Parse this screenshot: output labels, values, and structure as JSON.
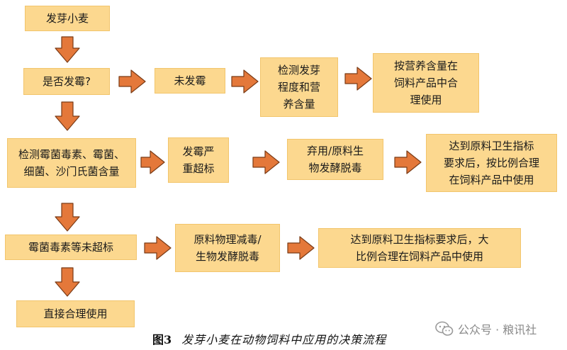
{
  "boxes": {
    "sprouted_wheat": "发芽小麦",
    "is_moldy": "是否发霉?",
    "not_moldy": "未发霉",
    "detect_germination": "检测发芽\n程度和营\n养含量",
    "use_by_nutrition": "按营养含量在\n饲料产品中合\n理使用",
    "detect_toxins": "检测霉菌毒素、霉菌、\n细菌、沙门氏菌含量",
    "severe_mold": "发霉严\n重超标",
    "discard_or_detox": "弃用/原料生\n物发酵脱毒",
    "meet_standard_proportion": "达到原料卫生指标\n要求后，按比例合理\n在饲料产品中使用",
    "not_exceeding": "霉菌毒素等未超标",
    "physical_detox": "原料物理减毒/\n生物发酵脱毒",
    "meet_standard_large": "达到原料卫生指标要求后，大\n比例合理在饲料产品中使用",
    "direct_use": "直接合理使用"
  },
  "caption": {
    "figure_number": "图3",
    "title": "发芽小麦在动物饲料中应用的决策流程"
  },
  "watermark": {
    "text": "公众号 · 粮讯社",
    "icon": "wechat-icon"
  },
  "colors": {
    "box_fill": "#fcd88f",
    "box_border": "#f2c56c",
    "arrow_fill": "#e4783a",
    "arrow_stroke": "#7a3b16"
  }
}
